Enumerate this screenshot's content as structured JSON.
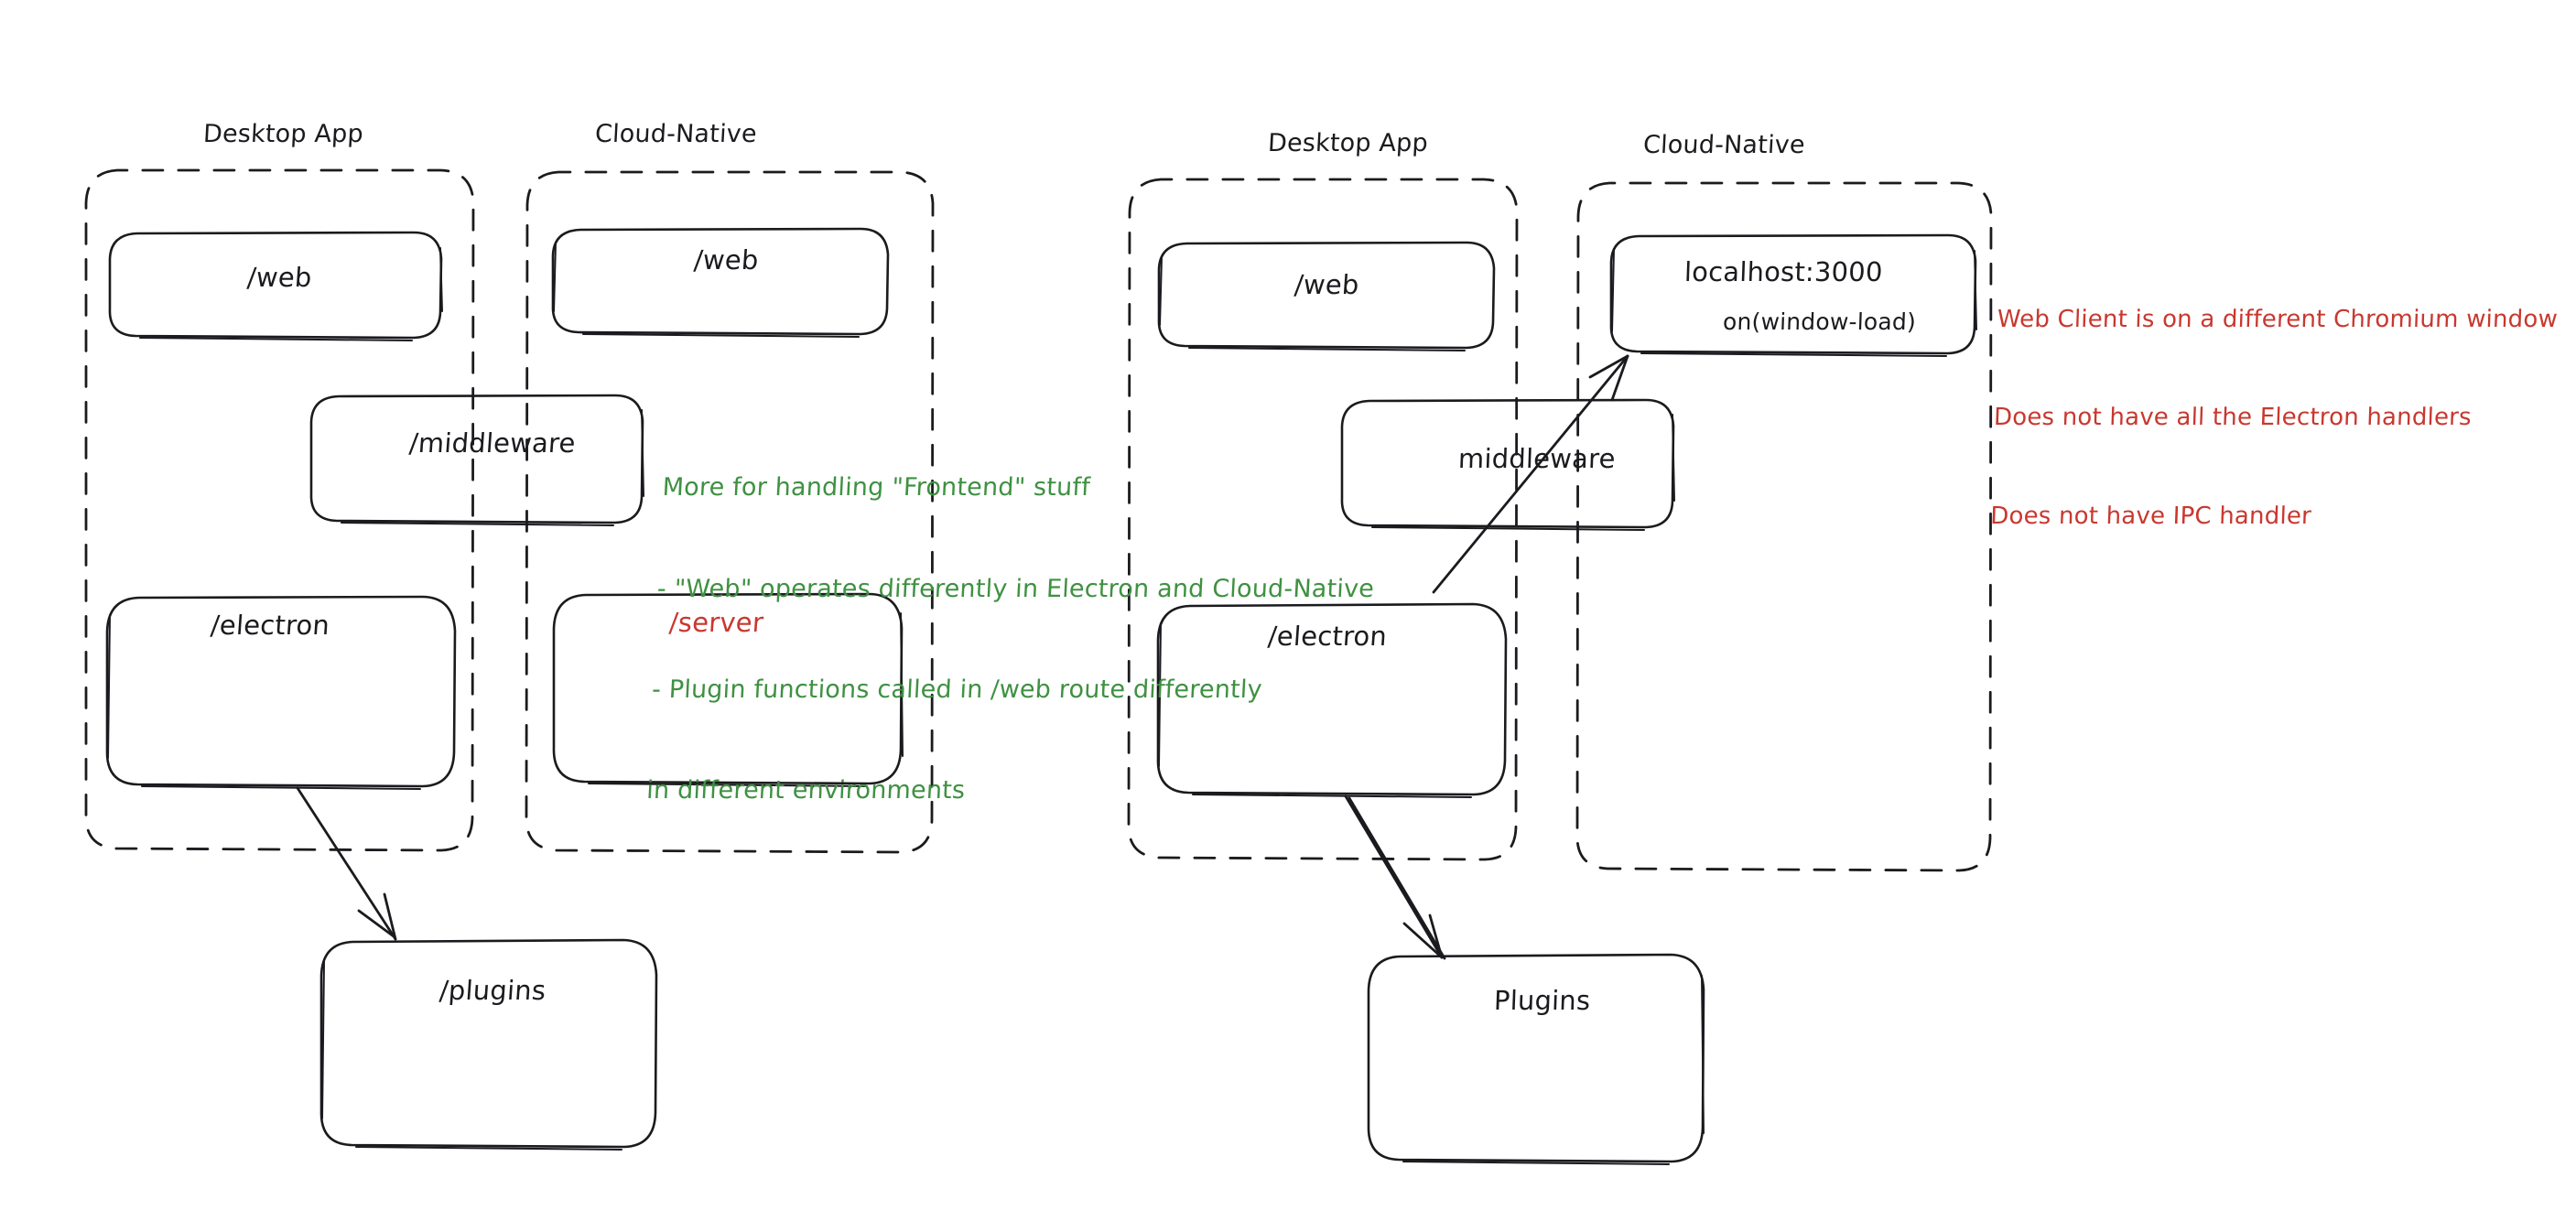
{
  "diagram": {
    "title_left_desktop": "Desktop App",
    "title_left_cloud": "Cloud-Native",
    "title_right_desktop": "Desktop App",
    "title_right_cloud": "Cloud-Native",
    "colors": {
      "stroke": "#1b1b1f",
      "green": "#3f9142",
      "red": "#c8382f",
      "background": "#ffffff"
    }
  },
  "left_diagram": {
    "desktop_group": {
      "title": "Desktop App",
      "boxes": [
        {
          "label": "/web",
          "color": "#1b1b1f"
        },
        {
          "label": "/electron",
          "color": "#1b1b1f"
        }
      ]
    },
    "cloud_group": {
      "title": "Cloud-Native",
      "boxes": [
        {
          "label": "/web",
          "color": "#1b1b1f"
        },
        {
          "label": "/server",
          "color": "#c8382f"
        }
      ]
    },
    "shared_box": {
      "label": "/middleware",
      "color": "#1b1b1f"
    },
    "plugins_box": {
      "label": "/plugins",
      "color": "#1b1b1f"
    }
  },
  "right_diagram": {
    "desktop_group": {
      "title": "Desktop App",
      "boxes": [
        {
          "label": "/web",
          "color": "#1b1b1f"
        },
        {
          "label": "/electron",
          "color": "#1b1b1f"
        }
      ]
    },
    "cloud_group": {
      "title": "Cloud-Native",
      "boxes": [
        {
          "label": "localhost:3000",
          "sublabel": "on(window-load)",
          "color": "#1b1b1f",
          "sublabel_color": "#c8382f"
        }
      ]
    },
    "shared_box": {
      "label": "middleware",
      "color": "#1b1b1f"
    },
    "plugins_box": {
      "label": "Plugins",
      "color": "#1b1b1f"
    }
  },
  "annotations": {
    "green_note": {
      "color": "#3f9142",
      "lines": [
        "More for handling \"Frontend\" stuff",
        "- \"Web\" operates differently in Electron and Cloud-Native",
        "- Plugin functions called in /web route differently",
        "in different environments"
      ]
    },
    "red_note": {
      "color": "#c8382f",
      "lines": [
        "Web Client is on a different Chromium window",
        "Does not have all the Electron handlers",
        "Does not have IPC handler"
      ]
    }
  }
}
